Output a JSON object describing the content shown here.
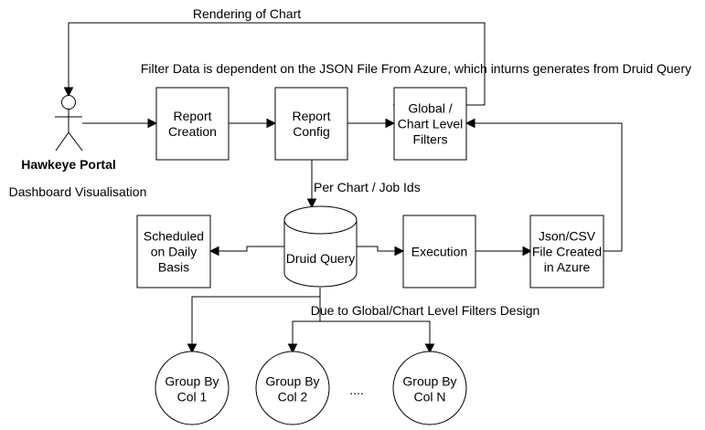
{
  "actor": {
    "name": "Hawkeye Portal",
    "caption": "Dashboard Visualisation"
  },
  "labels": {
    "rendering": "Rendering of Chart",
    "filter_note": "Filter Data is dependent on the JSON File From Azure, which inturns generates from Druid Query",
    "per_chart": "Per Chart / Job Ids",
    "due_to": "Due to Global/Chart Level Filters Design",
    "ellipsis": "...."
  },
  "nodes": {
    "report_creation": [
      "Report",
      "Creation"
    ],
    "report_config": [
      "Report",
      "Config"
    ],
    "global_filters": [
      "Global /",
      "Chart Level",
      "Filters"
    ],
    "scheduled": [
      "Scheduled",
      "on Daily",
      "Basis"
    ],
    "druid_query": [
      "Druid Query"
    ],
    "execution": [
      "Execution"
    ],
    "json_csv": [
      "Json/CSV",
      "File Created",
      "in Azure"
    ],
    "group_col1": [
      "Group By",
      "Col 1"
    ],
    "group_col2": [
      "Group By",
      "Col 2"
    ],
    "group_coln": [
      "Group By",
      "Col N"
    ]
  }
}
